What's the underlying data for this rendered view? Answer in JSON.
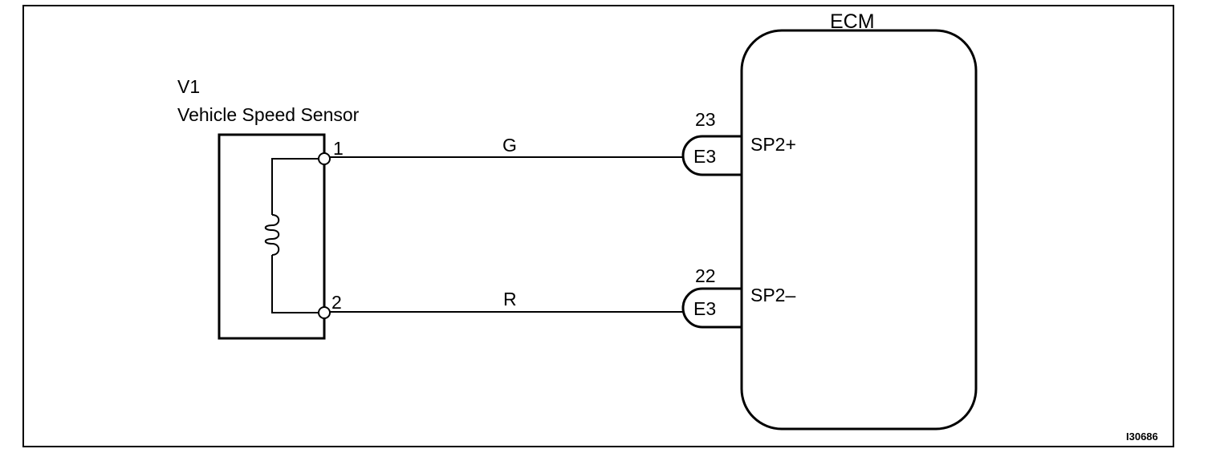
{
  "sensor": {
    "code": "V1",
    "name": "Vehicle Speed Sensor",
    "pin_1": "1",
    "pin_2": "2"
  },
  "ecm": {
    "name": "ECM",
    "terminal_upper": "SP2+",
    "terminal_lower": "SP2–"
  },
  "wires": {
    "upper_color": "G",
    "lower_color": "R"
  },
  "connectors": {
    "upper": {
      "name": "E3",
      "pin": "23"
    },
    "lower": {
      "name": "E3",
      "pin": "22"
    }
  },
  "figure_id": "I30686",
  "colors": {
    "line": "#000000",
    "background": "#ffffff"
  }
}
